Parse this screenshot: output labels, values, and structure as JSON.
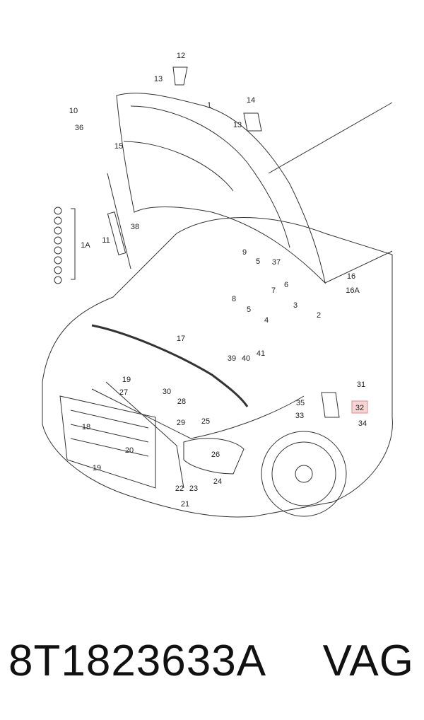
{
  "diagram": {
    "callouts": [
      "12",
      "13",
      "1",
      "10",
      "36",
      "15",
      "14",
      "13",
      "38",
      "11",
      "1A",
      "9",
      "5",
      "37",
      "16",
      "6",
      "7",
      "16A",
      "8",
      "3",
      "5",
      "2",
      "4",
      "17",
      "39",
      "40",
      "41",
      "31",
      "19",
      "27",
      "30",
      "28",
      "35",
      "32",
      "33",
      "34",
      "29",
      "25",
      "18",
      "20",
      "26",
      "19",
      "22",
      "23",
      "24",
      "21"
    ],
    "highlighted_callout": "32"
  },
  "footer": {
    "part_number": "8T1823633A",
    "brand": "VAG"
  }
}
